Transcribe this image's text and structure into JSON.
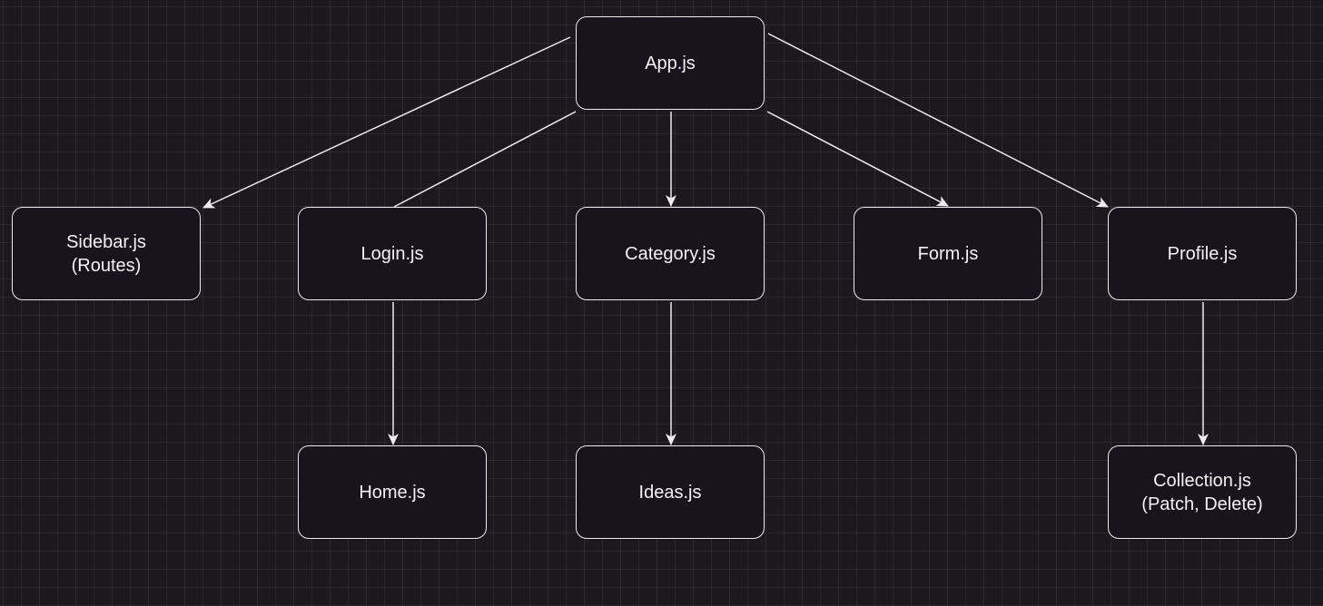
{
  "nodes": {
    "app": "App.js",
    "sidebar": "Sidebar.js\n(Routes)",
    "login": "Login.js",
    "category": "Category.js",
    "form": "Form.js",
    "profile": "Profile.js",
    "home": "Home.js",
    "ideas": "Ideas.js",
    "collection": "Collection.js\n(Patch, Delete)"
  },
  "edges": [
    {
      "from": "app",
      "to": "sidebar",
      "arrow": true
    },
    {
      "from": "app",
      "to": "login",
      "arrow": false
    },
    {
      "from": "app",
      "to": "category",
      "arrow": true
    },
    {
      "from": "app",
      "to": "form",
      "arrow": true
    },
    {
      "from": "app",
      "to": "profile",
      "arrow": true
    },
    {
      "from": "login",
      "to": "home",
      "arrow": true
    },
    {
      "from": "category",
      "to": "ideas",
      "arrow": true
    },
    {
      "from": "profile",
      "to": "collection",
      "arrow": true
    }
  ],
  "colors": {
    "background": "#1b191d",
    "node_fill": "#18141d",
    "stroke": "#ececec",
    "text": "#f2f2f2"
  }
}
